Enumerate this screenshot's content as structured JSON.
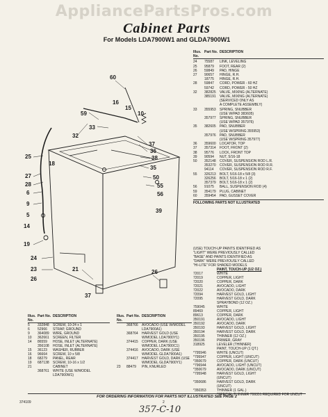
{
  "watermark": "AppliancePartsPros.com",
  "title": "Cabinet Parts",
  "subtitle": "For Models LDA7900W1 and GLDA7900W1",
  "right_table": {
    "header": [
      "Illus. No.",
      "Part No.",
      "DESCRIPTION"
    ],
    "rows": [
      [
        "24",
        "75587",
        "LINK, LEVELING"
      ],
      [
        "25",
        "95879",
        "FOOT, REAR (2)"
      ],
      [
        "26",
        "59849",
        "PAD, HINGE"
      ],
      [
        "27",
        "90657",
        "HINGE, R.H."
      ],
      [
        "",
        "18775",
        "HINGE, R.H."
      ],
      [
        "28",
        "59847",
        "CORD, POWER - 60 HZ"
      ],
      [
        "",
        "59742",
        "CORD, POWER - 50 HZ"
      ],
      [
        "32",
        "382825",
        "VALVE, MIXING (ALTERNATE)"
      ],
      [
        "",
        "385191",
        "VALVE, MIXING (ALTERNATE)"
      ],
      [
        "",
        "",
        "(SERVICED ONLY AS"
      ],
      [
        "",
        "",
        "A COMPLETE ASSEMBLY)"
      ],
      [
        "33",
        "355953",
        "SPRING, SNUBBER"
      ],
      [
        "",
        "",
        "(USE W/PAD 383605)"
      ],
      [
        "",
        "357977",
        "SPRING, SNUBBER"
      ],
      [
        "",
        "",
        "(USE W/PAD 357976)"
      ],
      [
        "35",
        "382605",
        "PAD, SNUBBER"
      ],
      [
        "",
        "",
        "(USE W/SPRING 355953)"
      ],
      [
        "",
        "357976",
        "PAD, SNUBBER"
      ],
      [
        "",
        "",
        "(USE W/SPRING 357977)"
      ],
      [
        "36",
        "359600",
        "LOCATOR, TOP"
      ],
      [
        "37",
        "357314",
        "FOOT, FRONT (2)"
      ],
      [
        "38",
        "95776",
        "LOCK, FRONT TOP"
      ],
      [
        "39",
        "90594",
        "NUT, 5/16-18"
      ],
      [
        "50",
        "352148",
        "COVER, SUSPENSION ROD L.R."
      ],
      [
        "",
        "353270",
        "COVER, SUSPENSION ROD R.R."
      ],
      [
        "",
        "94114",
        "COVER, SUSPENSION ROD R.F."
      ],
      [
        "55",
        "326213",
        "BOLT, 5/16-18 x 5/8 (3)"
      ],
      [
        "",
        "326256",
        "BOLT, 5/16-18 x 1 (2)"
      ],
      [
        "",
        "357379",
        "BOLT, 5/16-18 x 1 (2)"
      ],
      [
        "56",
        "91075",
        "BALL, SUSPENSION ROD (4)"
      ],
      [
        "59",
        "354179",
        "PLUG, CABINET"
      ],
      [
        "60",
        "359454",
        "PAD, GUSSET COVER"
      ]
    ],
    "note": "FOLLOWING PARTS NOT ILLUSTRATED"
  },
  "paint": {
    "intro": [
      "(USE) TOUCH-UP PAINTS IDENTIFIED AS",
      "\"LIGHT\" WERE PREVIOUSLY CALLED",
      "\"BASE\" AND PAINTS IDENTIFIED AS",
      "\"DARK\" WERE PREVIOUSLY CALLED",
      "\"HI-LITE\" FOR SHADED MODELS"
    ],
    "heading": "PAINT, TOUCH-UP (1/2 OZ.)",
    "rows": [
      [
        "72017",
        "WHITE"
      ],
      [
        "72019",
        "COPPER, LIGHT"
      ],
      [
        "72020",
        "COPPER, DARK"
      ],
      [
        "72021",
        "AVOCADO, LIGHT"
      ],
      [
        "72022",
        "AVOCADO, DARK"
      ],
      [
        "72094",
        "HARVEST GOLD, LIGHT"
      ],
      [
        "72095",
        "HARVEST GOLD, DARK"
      ],
      [
        "",
        "SPRAYBOND (12 OZ.)"
      ],
      [
        "759045",
        "WHITE"
      ],
      [
        "89469",
        "COPPER, LIGHT"
      ],
      [
        "89613",
        "COPPER, DARK"
      ],
      [
        "350191",
        "AVOCADO, LIGHT"
      ],
      [
        "350192",
        "AVOCADO, DARK"
      ],
      [
        "350193",
        "HARVEST GOLD, LIGHT"
      ],
      [
        "350194",
        "HARVEST GOLD, DARK"
      ],
      [
        "350195",
        "THINNER (12 OZ.)"
      ],
      [
        "350196",
        "PRIMER, GRAY"
      ],
      [
        "318925",
        "LEVELER (THINNER)"
      ],
      [
        "",
        "PAINT, TOUCH-UP (1 QT.)"
      ],
      [
        "*795946",
        "WHITE (UNCUT)"
      ],
      [
        "*795947",
        "COPPER, LIGHT (UNCUT)"
      ],
      [
        "*350679",
        "COPPER, DARK (UNCUT)"
      ],
      [
        "*796944",
        "AVOCADO, LIGHT (UNCUT)"
      ],
      [
        "*350679",
        "AVOCADO, DARK (UNCUT)"
      ],
      [
        "*795948",
        "HARVEST GOLD, LIGHT"
      ],
      [
        "",
        "(UNCUT)"
      ],
      [
        "*350686",
        "HARVEST GOLD, DARK"
      ],
      [
        "",
        "(UNCUT)"
      ],
      [
        "*350353",
        "THINNER (1 GAL.)"
      ],
      [
        "",
        "*SPECIAL THINNER 799351 REQUIRED FOR UNCUT"
      ]
    ]
  },
  "bottom_left": {
    "header": [
      "Illus. No.",
      "Part No.",
      "DESCRIPTION"
    ],
    "rows": [
      [
        "5",
        "332848",
        "SCREW, 10-24 x 1"
      ],
      [
        "6",
        "52966",
        "STRAP, GROUND"
      ],
      [
        "9",
        "364089",
        "WIRE, GROUND"
      ],
      [
        "10",
        "362661",
        "SCREEN, FILTER"
      ],
      [
        "14",
        "86559",
        "HOSE, INLET (ALTERNATE)"
      ],
      [
        "",
        "356108",
        "HOSE, INLET (ALTERNATE)"
      ],
      [
        "15",
        "36123",
        "WASHER, RUBBER"
      ],
      [
        "16",
        "96664",
        "SCREW, 10 x 5/8"
      ],
      [
        "18",
        "68279",
        "PANEL, REAR"
      ],
      [
        "19",
        "687138",
        "SCREW, 10-16 x 1/2"
      ],
      [
        "21",
        "",
        "CABINET"
      ],
      [
        "",
        "368761",
        "WHITE (USE W/MODEL"
      ],
      [
        "",
        "",
        "LDA7900W1)"
      ]
    ]
  },
  "bottom_right": {
    "header": [
      "Illus. No.",
      "Part No.",
      "DESCRIPTION"
    ],
    "rows": [
      [
        "",
        "368766",
        "AVOCADO (USE W/MODEL"
      ],
      [
        "",
        "",
        "LDA7900A1)"
      ],
      [
        "",
        "368764",
        "HARVEST GOLD (USE"
      ],
      [
        "",
        "",
        "W/MODEL LDA7900Y1)"
      ],
      [
        "",
        "374415",
        "COPPER, DARK (USE"
      ],
      [
        "",
        "",
        "W/MODEL LDA7900C1)"
      ],
      [
        "",
        "374416",
        "AVOCADO, DARK (USE"
      ],
      [
        "",
        "",
        "W/MODEL GLDA7900A1)"
      ],
      [
        "",
        "374417",
        "HARVEST GOLD, DARK (USE"
      ],
      [
        "",
        "",
        "W/MODEL GLDA7900Y1)"
      ],
      [
        "23",
        "88479",
        "PIN, KNURLED"
      ]
    ]
  },
  "footer_note": "FOR ORDERING INFORMATION FOR PARTS NOT ILLUSTRATED SEE PAGE 2",
  "doc_number": "374109",
  "page_number": "2",
  "handwritten": "357-C-10",
  "callouts": {
    "c60": "60",
    "c59": "59",
    "c33": "33",
    "c32": "32",
    "c37": "37",
    "c25": "25",
    "c27": "27",
    "c28": "28",
    "c6": "6",
    "c9": "9",
    "c5": "5",
    "c36": "36",
    "c38": "38",
    "c35": "35",
    "c50": "50",
    "c55": "55",
    "c56": "56",
    "c39": "39",
    "c14": "14",
    "c19": "19",
    "c24": "24",
    "c23": "23",
    "c18": "18",
    "c16": "16",
    "c15": "15",
    "c10": "10",
    "c26": "26",
    "c21": "21",
    "c37b": "37",
    "c26b": "26"
  }
}
